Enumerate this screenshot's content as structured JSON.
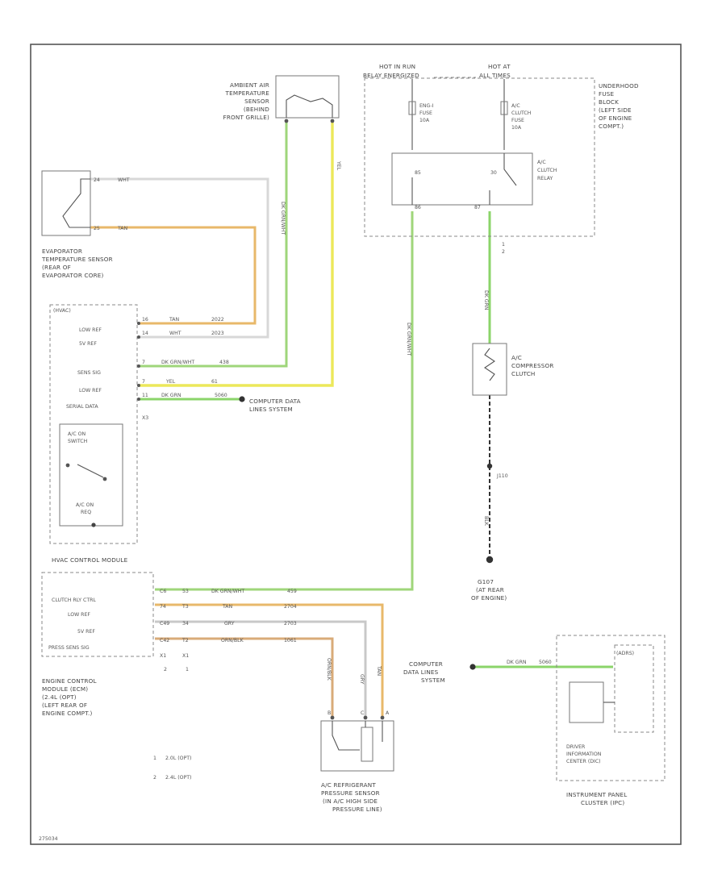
{
  "colors": {
    "wht": "#d8d8d8",
    "tan": "#e8b86a",
    "dkgrn_wht": "#9fd67a",
    "yel": "#ece85a",
    "dkgrn": "#8bd46a",
    "gry": "#c8c8c8",
    "orn_blk": "#d9ab78",
    "frame": "#555555"
  },
  "top": {
    "hot_in_run": "HOT IN RUN",
    "hot_in_run_sub": "BELAY ENERGIZED",
    "hot_at_all": "HOT AT",
    "hot_at_all_sub": "ALL TIMES"
  },
  "ambient_sensor": {
    "lines": [
      "AMBIENT AIR",
      "TEMPERATURE",
      "SENSOR",
      "(BEHIND",
      "FRONT GRILLE)"
    ]
  },
  "fuse_block": {
    "lines": [
      "UNDERHOOD",
      "FUSE",
      "BLOCK",
      "(LEFT SIDE",
      "OF ENGINE",
      "COMPT.)"
    ],
    "fuse1": [
      "ENG-I",
      "FUSE",
      "10A"
    ],
    "fuse2": [
      "A/C",
      "CLUTCH",
      "FUSE",
      "10A"
    ],
    "relay": [
      "A/C",
      "CLUTCH",
      "RELAY"
    ],
    "pins": [
      "85",
      "30",
      "86",
      "87"
    ],
    "conn_note": [
      "1",
      "2"
    ]
  },
  "evap_sensor": {
    "pins": [
      "24",
      "25"
    ],
    "wire_wht": "WHT",
    "wire_tan": "TAN",
    "lines": [
      "EVAPORATOR",
      "TEMPERATURE SENSOR",
      "(REAR OF",
      "EVAPORATOR CORE)"
    ]
  },
  "hvac": {
    "tag": "(HVAC)",
    "rows": [
      {
        "label": "LOW REF",
        "pin": "16",
        "color": "TAN",
        "circuit": "2022"
      },
      {
        "label": "5V REF",
        "pin": "14",
        "color": "WHT",
        "circuit": "2023"
      },
      {
        "label": "SENS SIG",
        "pin": "7",
        "color": "DK GRN/WHT",
        "circuit": "438"
      },
      {
        "label": "LOW REF",
        "pin": "7",
        "color": "YEL",
        "circuit": "61"
      },
      {
        "label": "SERIAL DATA",
        "pin": "11",
        "color": "DK GRN",
        "circuit": "5060"
      }
    ],
    "conn": "X3",
    "switch_on": [
      "A/C ON",
      "SWITCH"
    ],
    "switch_req": [
      "A/C ON",
      "REQ"
    ],
    "label": "HVAC CONTROL MODULE"
  },
  "data_link_1": [
    "COMPUTER DATA",
    "LINES SYSTEM"
  ],
  "data_link_2": [
    "COMPUTER",
    "DATA LINES",
    "SYSTEM"
  ],
  "wire_labels": {
    "dkgrn_wht": "DK GRN/WHT",
    "yel": "YEL",
    "dkgrn_wht_2": "DK GRN/WHT",
    "dkgrn_2": "DK GRN",
    "blk": "BLK"
  },
  "compressor": {
    "lines": [
      "A/C",
      "COMPRESSOR",
      "CLUTCH"
    ],
    "splice": "J110",
    "ground": "G107",
    "ground_lines": [
      "G107",
      "(AT REAR",
      "OF ENGINE)"
    ]
  },
  "ecm": {
    "rows": [
      {
        "label": "CLUTCH RLY CTRL",
        "pin1": "C6",
        "pin2": "53",
        "color": "DK GRN/WHT",
        "circuit": "459"
      },
      {
        "label": "LOW REF",
        "pin1": "74",
        "pin2": "T3",
        "color": "TAN",
        "circuit": "2704"
      },
      {
        "label": "5V REF",
        "pin1": "C49",
        "pin2": "34",
        "color": "GRY",
        "circuit": "2703"
      },
      {
        "label": "PRESS SENS SIG",
        "pin1": "C42",
        "pin2": "T2",
        "color": "ORN/BLK",
        "circuit": "1061"
      }
    ],
    "conns": [
      "X1",
      "X1"
    ],
    "conn_nums": [
      "2",
      "1"
    ],
    "lines": [
      "ENGINE CONTROL",
      "MODULE (ECM)",
      "(2.4L (OPT)",
      "(LEFT REAR OF",
      "ENGINE COMPT.)"
    ]
  },
  "pressure_sensor": {
    "wire_labels": [
      "ORN/BLK",
      "GRY",
      "TAN"
    ],
    "pins": [
      "B",
      "C",
      "A"
    ],
    "lines": [
      "A/C REFRIGERANT",
      "PRESSURE SENSOR",
      "(IN A/C HIGH SIDE",
      "PRESSURE LINE)"
    ]
  },
  "notes": [
    {
      "num": "1",
      "text": "2.0L (OPT)"
    },
    {
      "num": "2",
      "text": "2.4L (OPT)"
    }
  ],
  "ipc": {
    "tag": "(ADRS)",
    "dic": [
      "DRIVER",
      "INFORMATION",
      "CENTER (DIC)"
    ],
    "lines": [
      "INSTRUMENT PANEL",
      "CLUSTER (IPC)"
    ],
    "wire": "DK GRN",
    "circuit": "5060"
  },
  "footer_code": "275034"
}
